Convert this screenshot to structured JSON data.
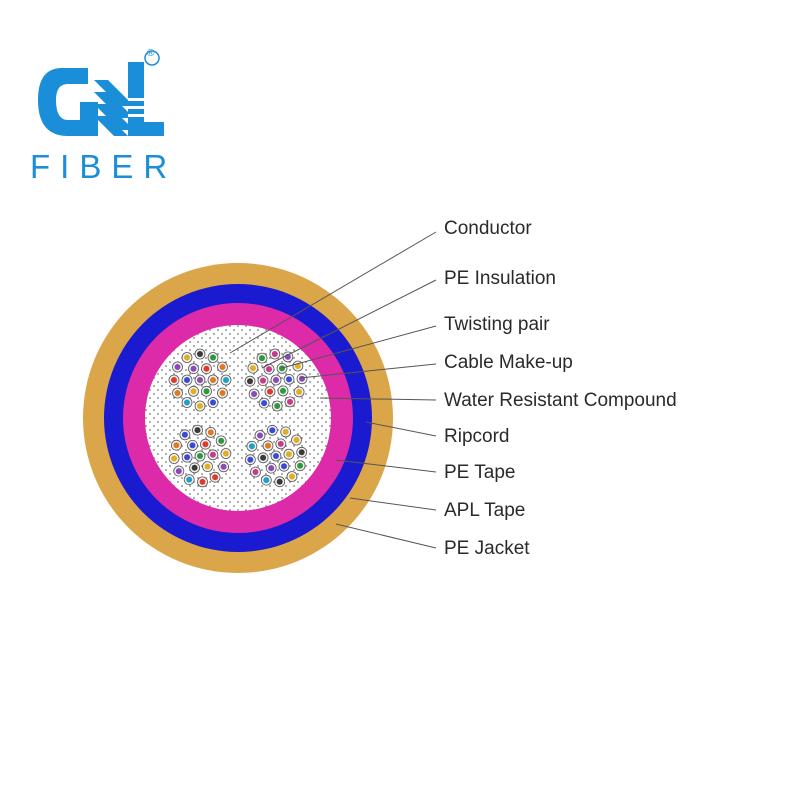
{
  "brand": {
    "logo_text": "FIBER",
    "registered_mark": "®",
    "color": "#1a8ed8"
  },
  "diagram": {
    "layer_colors": {
      "pe_jacket": "#dba64a",
      "apl_tape": "#1a1ad0",
      "pe_tape": "#dd2aa8",
      "core": "#ffffff"
    },
    "labels": [
      {
        "key": "conductor",
        "text": "Conductor"
      },
      {
        "key": "pe_insulation",
        "text": "PE Insulation"
      },
      {
        "key": "twisting_pair",
        "text": "Twisting pair"
      },
      {
        "key": "cable_makeup",
        "text": "Cable Make-up"
      },
      {
        "key": "water_resistant_compound",
        "text": "Water Resistant Compound"
      },
      {
        "key": "ripcord",
        "text": "Ripcord"
      },
      {
        "key": "pe_tape",
        "text": "PE Tape"
      },
      {
        "key": "apl_tape",
        "text": "APL Tape"
      },
      {
        "key": "pe_jacket",
        "text": "PE Jacket"
      }
    ]
  }
}
